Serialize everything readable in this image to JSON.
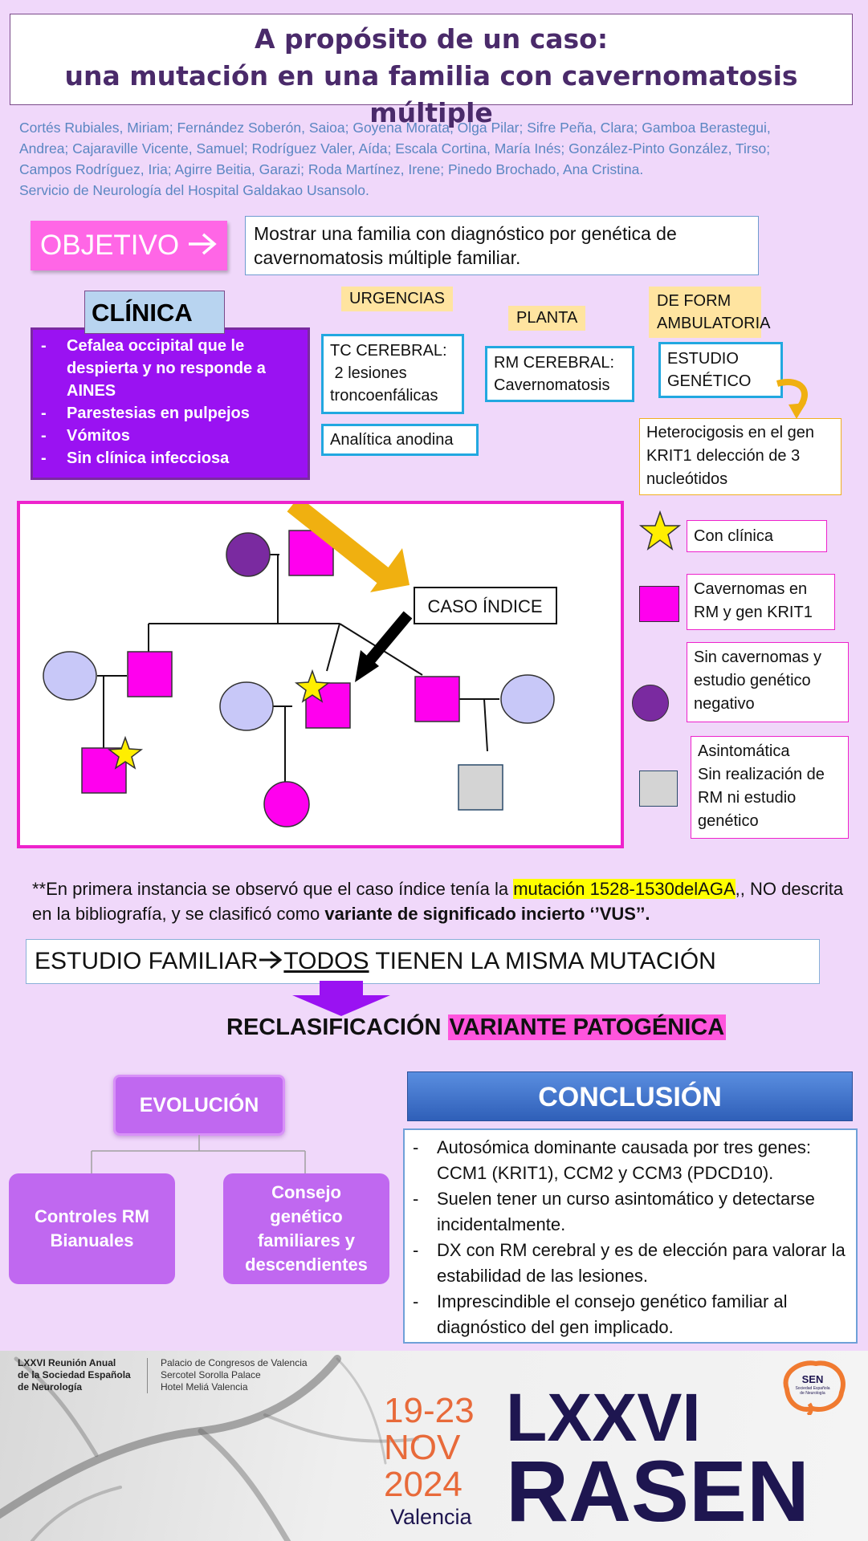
{
  "title": {
    "line1": "A propósito de un caso:",
    "line2": "una mutación en una familia con cavernomatosis múltiple"
  },
  "authors": {
    "line1": "Cortés Rubiales, Miriam; Fernández Soberón, Saioa; Goyena Morata, Olga Pilar; Sifre Peña, Clara; Gamboa Berastegui,",
    "line2": "Andrea; Cajaraville Vicente, Samuel; Rodríguez Valer, Aída;  Escala Cortina, María Inés; González-Pinto González, Tirso;",
    "line3": "Campos Rodríguez, Iria; Agirre Beitia, Garazi; Roda Martínez, Irene; Pinedo Brochado, Ana Cristina.",
    "service": "Servicio de Neurología del Hospital Galdakao Usansolo."
  },
  "objetivo": {
    "label": "OBJETIVO",
    "text": "Mostrar una familia con diagnóstico por genética de cavernomatosis múltiple familiar."
  },
  "clinica": {
    "title": "CLÍNICA",
    "items": [
      "Cefalea occipital que le despierta y no responde a AINES",
      "Parestesias en pulpejos",
      "Vómitos",
      "Sin clínica infecciosa"
    ]
  },
  "flow": {
    "urgencias": "URGENCIAS",
    "tc_line1": "TC CEREBRAL:",
    "tc_line2": " 2 lesiones",
    "tc_line3": "troncoenfálicas",
    "analitica": "Analítica anodina",
    "planta": "PLANTA",
    "rm_line1": "RM CEREBRAL:",
    "rm_line2": "Cavernomatosis",
    "amb_line1": "DE FORM",
    "amb_line2": "AMBULATORIA",
    "gen_line1": "ESTUDIO",
    "gen_line2": "GENÉTICO",
    "het_line1": "Heterocigosis en el gen",
    "het_line2": "KRIT1 delección de 3",
    "het_line3": "nucleótidos"
  },
  "pedigree": {
    "caso_indice": "CASO ÍNDICE"
  },
  "legend": {
    "con_clinica": "Con clínica",
    "cav_line1": "Cavernomas en",
    "cav_line2": "RM y gen KRIT1",
    "sin_line1": "Sin cavernomas y",
    "sin_line2": "estudio genético",
    "sin_line3": "negativo",
    "asin_line1": "Asintomática",
    "asin_line2": "Sin realización de",
    "asin_line3": "RM ni estudio",
    "asin_line4": "genético"
  },
  "note": {
    "part1": "**En primera instancia se observó que el caso índice tenía la ",
    "mutation": "mutación 1528-1530delAGA",
    "part2": ",, NO descrita en la bibliografía, y se clasificó como ",
    "vus": "variante de significado incierto ‘’VUS’’."
  },
  "estudio": {
    "part1": "ESTUDIO FAMILIAR",
    "todos": "TODOS",
    "part2": " TIENEN LA MISMA MUTACIÓN"
  },
  "reclasificacion": {
    "part1": "RECLASIFICACIÓN ",
    "part2": "VARIANTE PATOGÉNICA"
  },
  "evolucion": {
    "title": "EVOLUCIÓN",
    "left": "Controles RM Bianuales",
    "right": "Consejo genético familiares y descendientes"
  },
  "conclusion": {
    "title": "CONCLUSIÓN",
    "items": [
      "Autosómica dominante causada por tres genes: CCM1 (KRIT1), CCM2 y CCM3 (PDCD10).",
      "Suelen tener un curso asintomático y detectarse incidentalmente.",
      "DX con RM cerebral y es de elección para valorar la estabilidad de las lesiones.",
      "Imprescindible el consejo genético familiar al diagnóstico del gen implicado."
    ]
  },
  "footer": {
    "meeting_line1": "LXXVI Reunión Anual",
    "meeting_line2": "de la Sociedad Española",
    "meeting_line3": "de Neurología",
    "venue_line1": "Palacio de Congresos de Valencia",
    "venue_line2": "Sercotel Sorolla Palace",
    "venue_line3": "Hotel Meliá Valencia",
    "dates": "19-23",
    "month": "NOV",
    "year": "2024",
    "city": "Valencia",
    "big1": "LXXVI",
    "big2": "RASEN",
    "logo": "SEN",
    "logo_sub1": "Sociedad Española",
    "logo_sub2": "de Neurología"
  },
  "colors": {
    "background": "#f0d8fa",
    "title": "#4a2a6a",
    "authors": "#5b86c2",
    "objetivo": "#ff66e6",
    "clinica_box": "#9a12f2",
    "magenta": "#ff00ee",
    "purple": "#7a2aa0",
    "lavender": "#c8c8f8",
    "conclusion": "#2f5fb8",
    "footer_orange": "#e86a3a",
    "footer_navy": "#1e1650"
  }
}
